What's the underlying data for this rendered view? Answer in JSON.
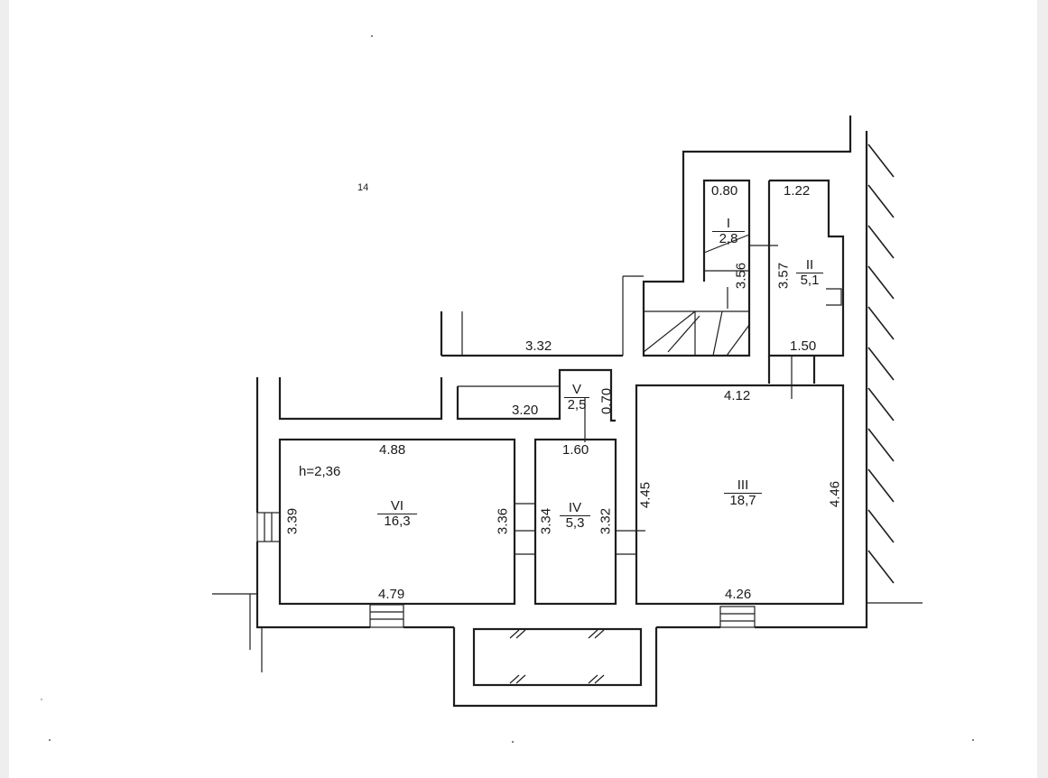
{
  "plan": {
    "height_note": "h=2,36",
    "mark": "14",
    "rooms": [
      {
        "num": "I",
        "area": "2,8"
      },
      {
        "num": "II",
        "area": "5,1"
      },
      {
        "num": "III",
        "area": "18,7"
      },
      {
        "num": "IV",
        "area": "5,3"
      },
      {
        "num": "V",
        "area": "2,5"
      },
      {
        "num": "VI",
        "area": "16,3"
      }
    ],
    "dims": {
      "d080": "0.80",
      "d122": "1.22",
      "d356": "3.56",
      "d357": "3.57",
      "d150": "1.50",
      "d332top": "3.32",
      "d070": "0.70",
      "d320": "3.20",
      "d412": "4.12",
      "d160": "1.60",
      "d488": "4.88",
      "d445": "4.45",
      "d446": "4.46",
      "d339": "3.39",
      "d336": "3.36",
      "d334": "3.34",
      "d332iv": "3.32",
      "d479": "4.79",
      "d426": "4.26"
    }
  }
}
